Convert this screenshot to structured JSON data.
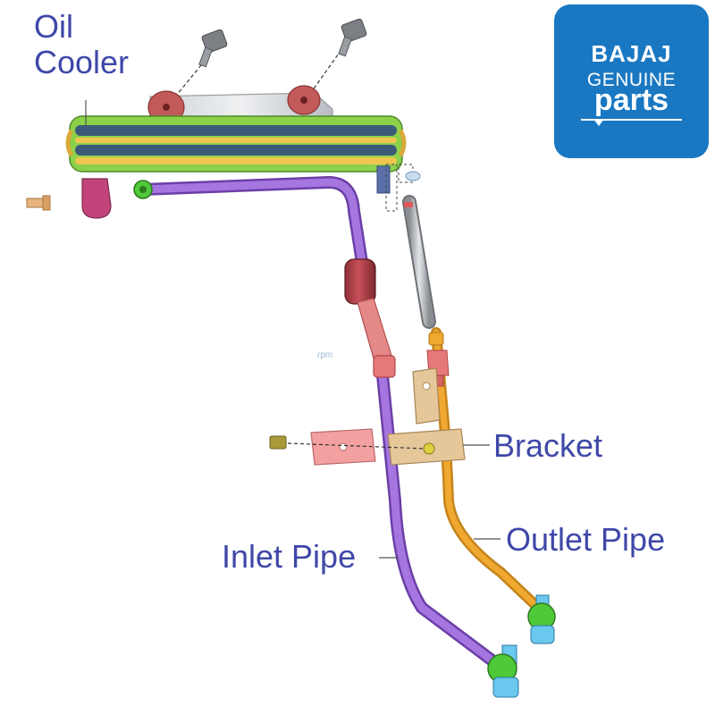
{
  "labels": {
    "oil_cooler_line1": "Oil",
    "oil_cooler_line2": "Cooler",
    "bracket": "Bracket",
    "outlet_pipe": "Outlet Pipe",
    "inlet_pipe": "Inlet Pipe"
  },
  "logo": {
    "brand": "BAJAJ",
    "line2": "GENUINE",
    "line3": "parts"
  },
  "watermark": "rpm",
  "colors": {
    "label_text": "#3f48a8",
    "logo_bg": "#1a78c2",
    "cooler_fin_green": "#8cd14a",
    "cooler_fin_yellow": "#f0c550",
    "cooler_core": "#3a5a78",
    "inlet_pipe": "#9c6ad6",
    "outlet_pipe": "#f0a830",
    "hose_dark": "#b8434a",
    "hose_light": "#e58888",
    "fitting_green": "#4fc83a",
    "fitting_blue": "#6ac8ee",
    "bracket_tan": "#e6c79a",
    "plate_pink": "#f2a0a0",
    "bolt_grey": "#8a8a8a",
    "magenta_fitting": "#c2437a",
    "leader_line": "#555555"
  }
}
